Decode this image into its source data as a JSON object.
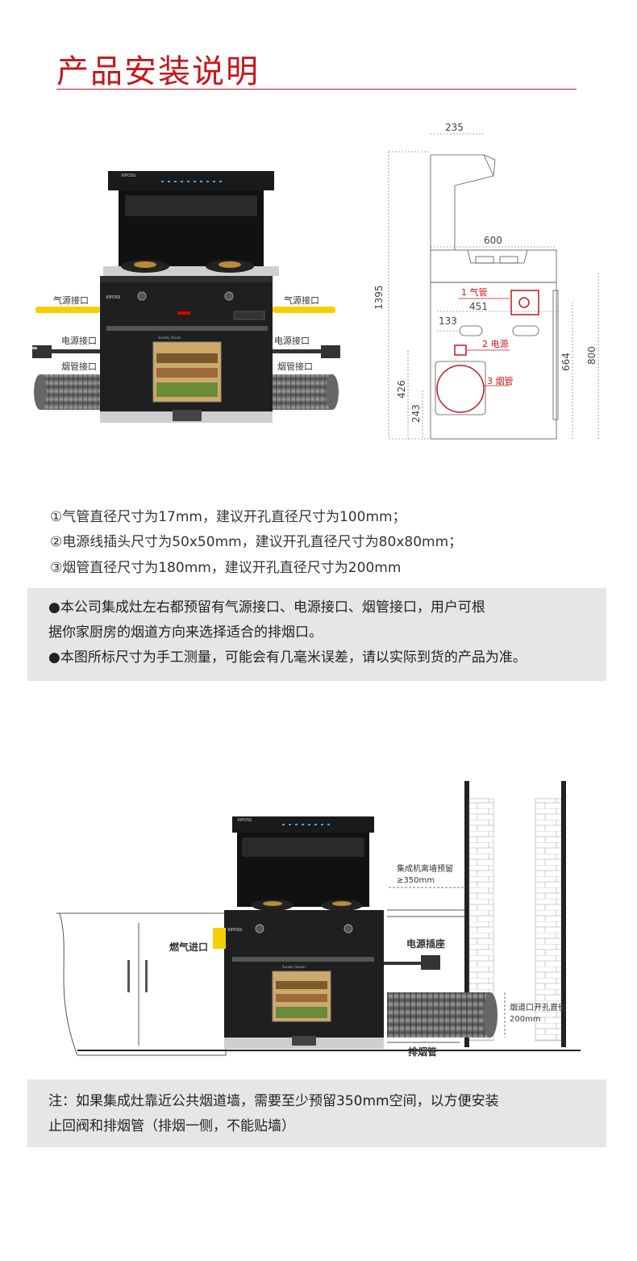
{
  "page_title": "产品安装说明",
  "product": {
    "brand": "XIPOSS",
    "oven_brand": "Sunkey Steam"
  },
  "diagram1": {
    "gas_label_left": "气源接口",
    "gas_label_right": "气源接口",
    "power_label_left": "电源接口",
    "power_label_right": "电源接口",
    "smoke_label_left": "烟管接口",
    "smoke_label_right": "烟管接口"
  },
  "dimension_drawing": {
    "dims": {
      "top_depth": "235",
      "height_total": "1395",
      "counter_width": "600",
      "gas_offset": "451",
      "power_offset": "133",
      "side_height": "800",
      "gas_height": "664",
      "power_height": "426",
      "smoke_height": "243"
    },
    "callouts": {
      "gas": "1 气管",
      "power": "2 电源",
      "smoke": "3 烟管"
    }
  },
  "specs": [
    "①气管直径尺寸为17mm，建议开孔直径尺寸为100mm；",
    "②电源线插头尺寸为50x50mm，建议开孔直径尺寸为80x80mm；",
    "③烟管直径尺寸为180mm，建议开孔直径尺寸为200mm"
  ],
  "notes": [
    "●本公司集成灶左右都预留有气源接口、电源接口、烟管接口，用户可根",
    "据你家厨房的烟道方向来选择适合的排烟口。",
    "●本图所标尺寸为手工测量，可能会有几毫米误差，请以实际到货的产品为准。"
  ],
  "diagram2": {
    "gas_inlet": "燃气进口",
    "wall_gap_line1": "集成机离墙预留",
    "wall_gap_line2": "≥350mm",
    "power_socket": "电源插座",
    "flue_hole_line1": "烟道口开孔直径",
    "flue_hole_line2": "200mm",
    "exhaust_pipe": "排烟管"
  },
  "footnote": [
    "注：如果集成灶靠近公共烟道墙，需要至少预留350mm空间，以方便安装",
    "止回阀和排烟管（排烟一侧，不能贴墙）"
  ],
  "colors": {
    "accent": "#c8161d",
    "gas_pipe": "#f5d000",
    "note_bg": "#e6e6e6",
    "appliance_dark": "#1f1f1f"
  }
}
